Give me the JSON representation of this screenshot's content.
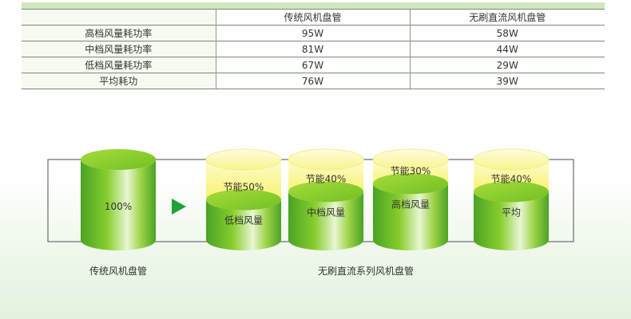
{
  "table": {
    "columns": [
      "",
      "传统风机盘管",
      "无刷直流风机盘管"
    ],
    "rows": [
      [
        "高档风量耗功率",
        "95W",
        "58W"
      ],
      [
        "中档风量耗功率",
        "81W",
        "44W"
      ],
      [
        "低档风量耗功率",
        "67W",
        "29W"
      ],
      [
        "平均耗功",
        "76W",
        "39W"
      ]
    ]
  },
  "chart_data": {
    "type": "bar",
    "categories": [
      "传统风机盘管",
      "低档风量",
      "中档风量",
      "高档风量",
      "平均"
    ],
    "series": [
      {
        "values": [
          100,
          50,
          60,
          70,
          60
        ]
      },
      {
        "values": [
          0,
          50,
          40,
          30,
          40
        ]
      }
    ],
    "data_labels": [
      "100%",
      "节能50%",
      "节能40%",
      "节能30%",
      "节能40%"
    ],
    "groups": [
      {
        "label": "传统风机盘管",
        "members": [
          "传统风机盘管"
        ]
      },
      {
        "label": "无刷直流系列风机盘管",
        "members": [
          "低档风量",
          "中档风量",
          "高档风量",
          "平均"
        ]
      }
    ],
    "ylim": [
      0,
      100
    ],
    "grid": false,
    "colors": {
      "green_dark": "#4aa324",
      "green_mid": "#7ec82a",
      "green_light": "#eaf6d4",
      "yellow": "#f6f05a",
      "yellow_light": "#fcfbc0",
      "arrow": "#1ea23a",
      "frame": "#6b6b6b",
      "table_header_bar": "#cfe6bf"
    }
  }
}
